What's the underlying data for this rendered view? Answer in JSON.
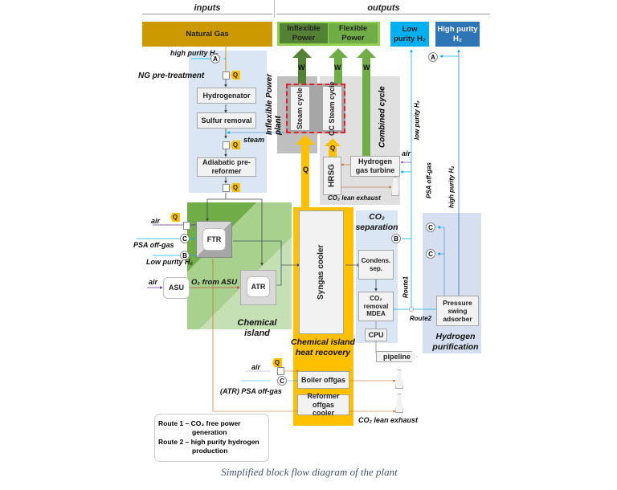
{
  "headers": {
    "inputs": "inputs",
    "outputs": "outputs"
  },
  "inputs": {
    "natural_gas": "Natural Gas"
  },
  "outputs": {
    "inflexible_power": "Inflexible Power",
    "flexible_power": "Flexible Power",
    "low_purity_h2": "Low purity H₂",
    "high_purity_h2": "High purity H₂"
  },
  "ng_pretreatment": {
    "title": "NG pre-treatment",
    "high_purity_h2": "high purity H₂",
    "hydrogenator": "Hydrogenator",
    "sulfur_removal": "Sulfur removal",
    "steam": "steam",
    "pre_reformer": "Adiabatic pre-reformer"
  },
  "power": {
    "inflexible_label": "Inflexible Power plant",
    "combined_cycle_label": "Combined cycle",
    "steam_cycle": "Steam cycle",
    "cc_steam_cycle": "CC Steam cycle",
    "hrsg": "HRSG",
    "hydrogen_gas_turbine": "Hydrogen gas turbine",
    "air": "air",
    "co2_lean_exhaust": "CO₂ lean exhaust",
    "w": "W",
    "q": "Q"
  },
  "side_labels": {
    "low_purity_h2": "low purity H₂",
    "high_purity_h2": "high purity H₂",
    "psa_offgas": "PSA off-gas",
    "route1": "Route1",
    "route2": "Route2"
  },
  "chemical_island": {
    "title": "Chemical island",
    "air": "air",
    "psa_offgas": "PSA off-gas",
    "low_purity_h2": "Low purity H₂",
    "ftr": "FTR",
    "asu": "ASU",
    "o2_from_asu": "O₂ from ASU",
    "atr": "ATR"
  },
  "heat_recovery": {
    "title": "Chemical island heat recovery",
    "syngas_cooler": "Syngas cooler",
    "boiler_offgas": "Boiler offgas",
    "reformer_offgas_cooler": "Reformer offgas cooler",
    "air": "air",
    "atr_psa_offgas": "(ATR) PSA off-gas",
    "co2_lean_exhaust": "CO₂ lean exhaust"
  },
  "co2_separation": {
    "title": "CO₂ separation",
    "condens_sep": "Condens. sep.",
    "co2_removal": "CO₂ removal MDEA",
    "cpu": "CPU",
    "pipeline": "pipeline"
  },
  "hydrogen_purification": {
    "title": "Hydrogen purification",
    "psa": "Pressure swing adsorber"
  },
  "connectors": {
    "a": "A",
    "b": "B",
    "c": "C"
  },
  "legend": {
    "route1": "Route 1 – CO₂ free power generation",
    "route2": "Route 2 – high purity hydrogen production"
  },
  "caption": "Simplified block flow diagram of the plant",
  "colors": {
    "natural_gas": "#cc9900",
    "inflexible_power": "#548235",
    "flexible_power": "#70ad47",
    "power_frame": "#92d050",
    "low_purity_h2": "#00b0f0",
    "high_purity_h2": "#2e75b6",
    "heat": "#ffc000",
    "pretreatment_bg": "#dae6f3",
    "power_plant_bg": "#bfbfbf"
  }
}
